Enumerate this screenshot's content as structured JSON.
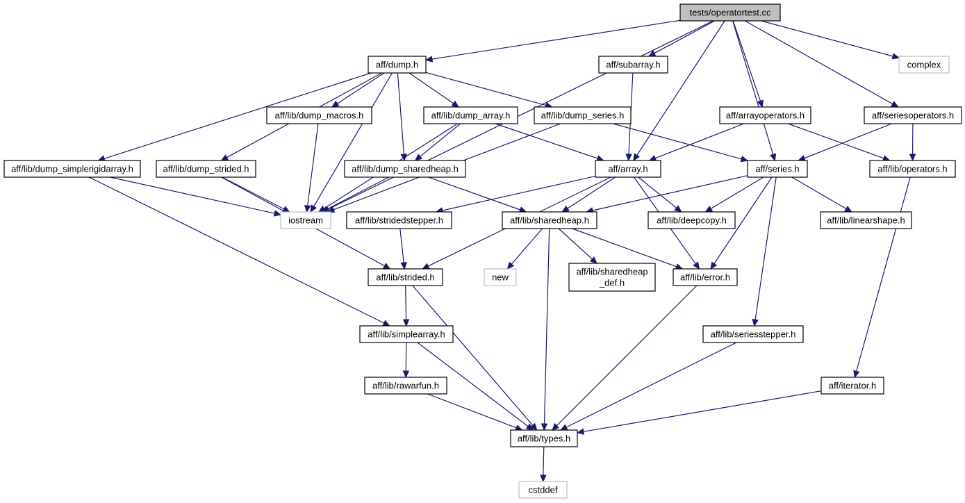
{
  "graph": {
    "edge_color": "#191970",
    "system_border_color": "#bfbfbf",
    "root_fill_color": "#bfbfbf",
    "nodes": [
      {
        "id": "root",
        "lines": [
          "tests/operatortest.cc"
        ],
        "kind": "root"
      },
      {
        "id": "dump",
        "lines": [
          "aff/dump.h"
        ],
        "kind": "local"
      },
      {
        "id": "subarray",
        "lines": [
          "aff/subarray.h"
        ],
        "kind": "local"
      },
      {
        "id": "complex",
        "lines": [
          "complex"
        ],
        "kind": "system"
      },
      {
        "id": "dump_macros",
        "lines": [
          "aff/lib/dump_macros.h"
        ],
        "kind": "local"
      },
      {
        "id": "dump_array",
        "lines": [
          "aff/lib/dump_array.h"
        ],
        "kind": "local"
      },
      {
        "id": "dump_series",
        "lines": [
          "aff/lib/dump_series.h"
        ],
        "kind": "local"
      },
      {
        "id": "arrayoperators",
        "lines": [
          "aff/arrayoperators.h"
        ],
        "kind": "local"
      },
      {
        "id": "seriesoperators",
        "lines": [
          "aff/seriesoperators.h"
        ],
        "kind": "local"
      },
      {
        "id": "dump_simplerigid",
        "lines": [
          "aff/lib/dump_simplerigidarray.h"
        ],
        "kind": "local"
      },
      {
        "id": "dump_strided",
        "lines": [
          "aff/lib/dump_strided.h"
        ],
        "kind": "local"
      },
      {
        "id": "dump_sharedheap",
        "lines": [
          "aff/lib/dump_sharedheap.h"
        ],
        "kind": "local"
      },
      {
        "id": "array",
        "lines": [
          "aff/array.h"
        ],
        "kind": "local"
      },
      {
        "id": "series",
        "lines": [
          "aff/series.h"
        ],
        "kind": "local"
      },
      {
        "id": "operators",
        "lines": [
          "aff/lib/operators.h"
        ],
        "kind": "local"
      },
      {
        "id": "iostream",
        "lines": [
          "iostream"
        ],
        "kind": "system"
      },
      {
        "id": "stridedstepper",
        "lines": [
          "aff/lib/stridedstepper.h"
        ],
        "kind": "local"
      },
      {
        "id": "sharedheap",
        "lines": [
          "aff/lib/sharedheap.h"
        ],
        "kind": "local"
      },
      {
        "id": "deepcopy",
        "lines": [
          "aff/lib/deepcopy.h"
        ],
        "kind": "local"
      },
      {
        "id": "linearshape",
        "lines": [
          "aff/lib/linearshape.h"
        ],
        "kind": "local"
      },
      {
        "id": "strided",
        "lines": [
          "aff/lib/strided.h"
        ],
        "kind": "local"
      },
      {
        "id": "new",
        "lines": [
          "new"
        ],
        "kind": "system"
      },
      {
        "id": "sharedheap_def",
        "lines": [
          "aff/lib/sharedheap",
          "_def.h"
        ],
        "kind": "local"
      },
      {
        "id": "error",
        "lines": [
          "aff/lib/error.h"
        ],
        "kind": "local"
      },
      {
        "id": "seriesstepper",
        "lines": [
          "aff/lib/seriesstepper.h"
        ],
        "kind": "local"
      },
      {
        "id": "simplearray",
        "lines": [
          "aff/lib/simplearray.h"
        ],
        "kind": "local"
      },
      {
        "id": "rawarfun",
        "lines": [
          "aff/lib/rawarfun.h"
        ],
        "kind": "local"
      },
      {
        "id": "iterator",
        "lines": [
          "aff/iterator.h"
        ],
        "kind": "local"
      },
      {
        "id": "types",
        "lines": [
          "aff/lib/types.h"
        ],
        "kind": "local"
      },
      {
        "id": "cstddef",
        "lines": [
          "cstddef"
        ],
        "kind": "system"
      }
    ],
    "edges": [
      [
        "root",
        "dump"
      ],
      [
        "root",
        "subarray"
      ],
      [
        "root",
        "complex"
      ],
      [
        "root",
        "iostream"
      ],
      [
        "root",
        "array"
      ],
      [
        "root",
        "arrayoperators"
      ],
      [
        "root",
        "series"
      ],
      [
        "root",
        "seriesoperators"
      ],
      [
        "dump",
        "dump_simplerigid"
      ],
      [
        "dump",
        "dump_strided"
      ],
      [
        "dump",
        "dump_macros"
      ],
      [
        "dump",
        "dump_sharedheap"
      ],
      [
        "dump",
        "dump_array"
      ],
      [
        "dump",
        "dump_series"
      ],
      [
        "dump",
        "iostream"
      ],
      [
        "subarray",
        "array"
      ],
      [
        "dump_macros",
        "iostream"
      ],
      [
        "dump_array",
        "dump_sharedheap"
      ],
      [
        "dump_array",
        "array"
      ],
      [
        "dump_array",
        "iostream"
      ],
      [
        "dump_series",
        "series"
      ],
      [
        "dump_series",
        "iostream"
      ],
      [
        "arrayoperators",
        "array"
      ],
      [
        "arrayoperators",
        "operators"
      ],
      [
        "seriesoperators",
        "series"
      ],
      [
        "seriesoperators",
        "operators"
      ],
      [
        "dump_simplerigid",
        "iostream"
      ],
      [
        "dump_simplerigid",
        "simplearray"
      ],
      [
        "dump_strided",
        "iostream"
      ],
      [
        "dump_strided",
        "strided"
      ],
      [
        "dump_sharedheap",
        "iostream"
      ],
      [
        "dump_sharedheap",
        "sharedheap"
      ],
      [
        "array",
        "stridedstepper"
      ],
      [
        "array",
        "sharedheap"
      ],
      [
        "array",
        "deepcopy"
      ],
      [
        "array",
        "error"
      ],
      [
        "array",
        "strided"
      ],
      [
        "series",
        "sharedheap"
      ],
      [
        "series",
        "deepcopy"
      ],
      [
        "series",
        "linearshape"
      ],
      [
        "series",
        "error"
      ],
      [
        "series",
        "seriesstepper"
      ],
      [
        "operators",
        "iterator"
      ],
      [
        "stridedstepper",
        "strided"
      ],
      [
        "sharedheap",
        "new"
      ],
      [
        "sharedheap",
        "sharedheap_def"
      ],
      [
        "sharedheap",
        "error"
      ],
      [
        "sharedheap",
        "types"
      ],
      [
        "strided",
        "simplearray"
      ],
      [
        "strided",
        "types"
      ],
      [
        "error",
        "types"
      ],
      [
        "seriesstepper",
        "types"
      ],
      [
        "simplearray",
        "rawarfun"
      ],
      [
        "simplearray",
        "types"
      ],
      [
        "rawarfun",
        "types"
      ],
      [
        "iterator",
        "types"
      ],
      [
        "types",
        "cstddef"
      ]
    ]
  }
}
